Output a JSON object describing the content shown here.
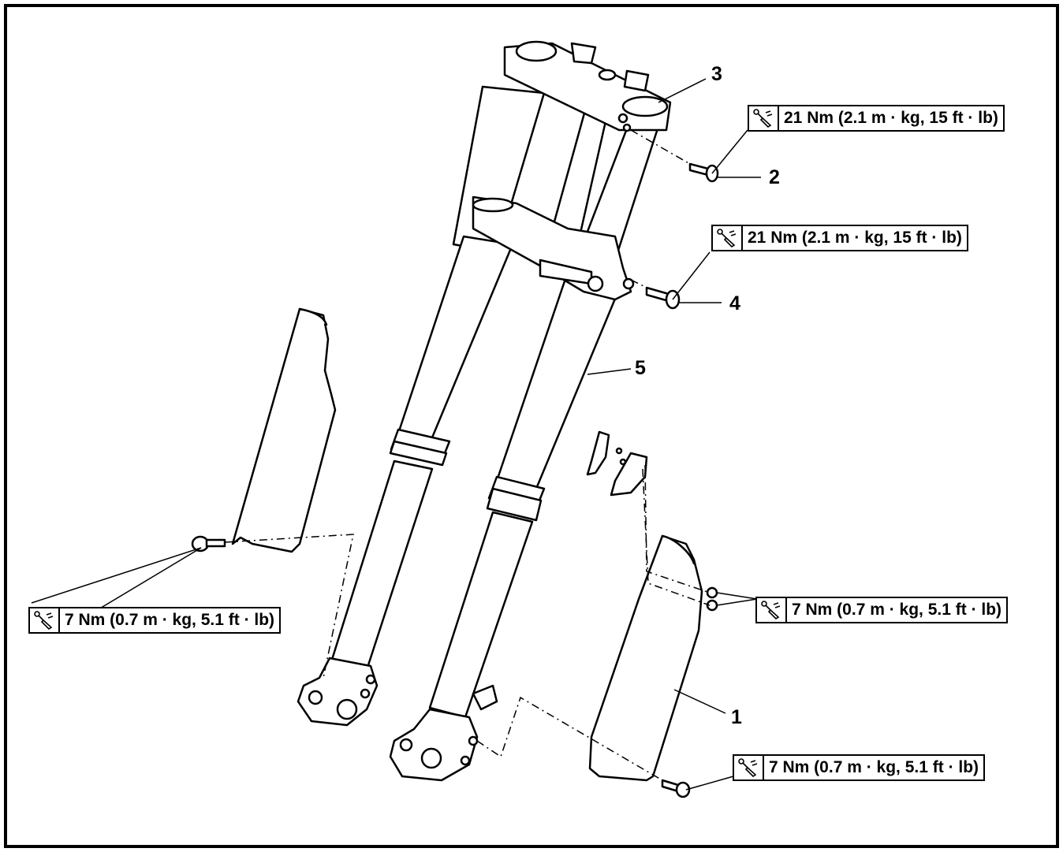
{
  "callouts": {
    "c1": "1",
    "c2": "2",
    "c3": "3",
    "c4": "4",
    "c5": "5"
  },
  "torque_specs": {
    "t_upper_bracket_bolt": "21 Nm (2.1 m · kg, 15 ft · lb)",
    "t_lower_bracket_bolt": "21 Nm (2.1 m · kg, 15 ft · lb)",
    "t_left_guard_bolt": "7 Nm (0.7 m · kg, 5.1 ft · lb)",
    "t_right_guard_nuts": "7 Nm (0.7 m · kg, 5.1 ft · lb)",
    "t_right_guard_bolt": "7 Nm (0.7 m · kg, 5.1 ft · lb)"
  },
  "icons": {
    "torque": "torque-wrench-icon"
  }
}
